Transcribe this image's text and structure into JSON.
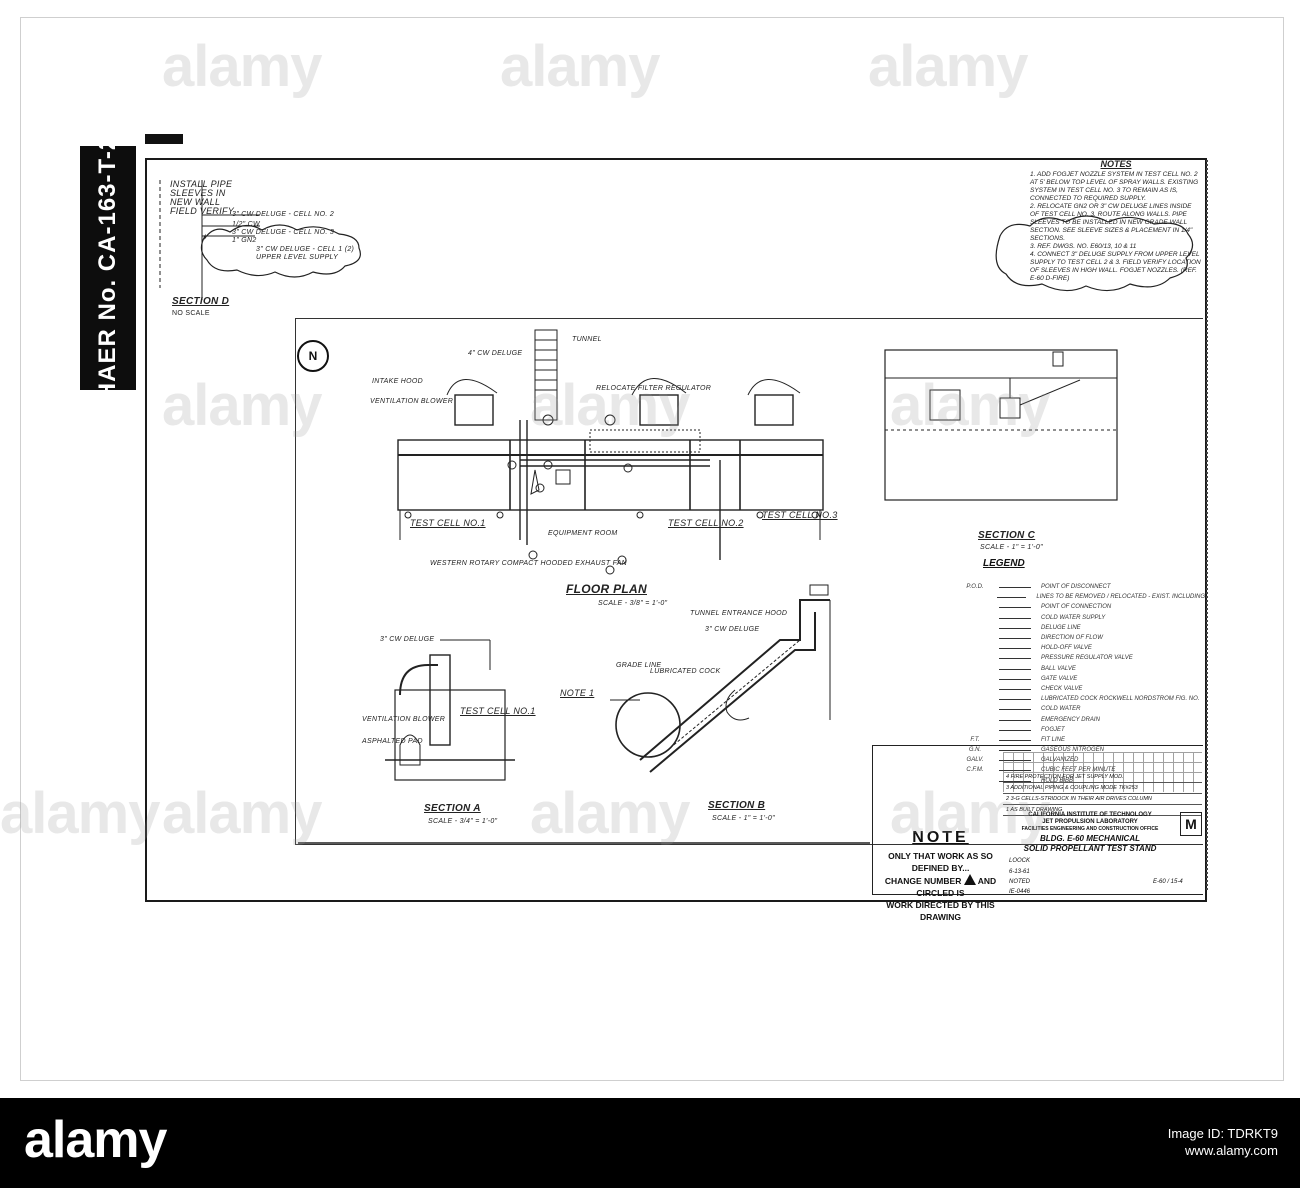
{
  "haer_label": "HAER No. CA-163-T-2",
  "watermark_text": "alamy",
  "north_arrow": "N",
  "drawing": {
    "section_d": {
      "title": "SECTION D",
      "scale": "NO SCALE",
      "notes": [
        "INSTALL PIPE",
        "SLEEVES IN",
        "NEW WALL",
        "FIELD VERIFY",
        "3\" CW DELUGE - CELL NO. 2",
        "1/2\" CW",
        "3\" CW DELUGE - CELL NO. 3",
        "1\" GN2",
        "3\" CW DELUGE - CELL 1 (2)",
        "UPPER LEVEL SUPPLY"
      ]
    },
    "floor_plan": {
      "title": "FLOOR PLAN",
      "scale": "SCALE - 3/8\" = 1'-0\""
    },
    "labels": [
      "TUNNEL",
      "4\" CW DELUGE",
      "INTAKE HOOD",
      "VENTILATION BLOWER",
      "RELOCATE FILTER REGULATOR",
      "TEST CELL NO.1",
      "TEST CELL NO.2",
      "TEST CELL NO.3",
      "EQUIPMENT ROOM",
      "WESTERN ROTARY COMPACT HOODED EXHAUST FAN"
    ],
    "section_a": {
      "title": "SECTION A",
      "scale": "SCALE - 3/4\" = 1'-0\"",
      "labels": [
        "3\" CW DELUGE",
        "TEST CELL NO.1",
        "VENTILATION BLOWER",
        "ASPHALTED PAD"
      ]
    },
    "section_b": {
      "title": "SECTION B",
      "scale": "SCALE - 1\" = 1'-0\"",
      "labels": [
        "TUNNEL ENTRANCE HOOD",
        "3\" CW DELUGE",
        "GRADE LINE",
        "LUBRICATED COCK",
        "NOTE 1"
      ]
    },
    "section_c": {
      "title": "SECTION C",
      "scale": "SCALE - 1\" = 1'-0\""
    }
  },
  "notes": {
    "title": "NOTES",
    "items": [
      "1. ADD FOGJET NOZZLE SYSTEM IN TEST CELL NO. 2 AT 5' BELOW TOP LEVEL OF SPRAY WALLS. EXISTING SYSTEM IN TEST CELL NO. 3 TO REMAIN AS IS, CONNECTED TO REQUIRED SUPPLY.",
      "2. RELOCATE GN2 OR 3\" CW DELUGE LINES INSIDE OF TEST CELL NO. 3. ROUTE ALONG WALLS. PIPE SLEEVES TO BE INSTALLED IN NEW GRADE WALL SECTION. SEE SLEEVE SIZES & PLACEMENT IN 1/4\" SECTIONS.",
      "3. REF. DWGS. NO. E60/13, 10 & 11",
      "4. CONNECT 3\" DELUGE SUPPLY FROM UPPER LEVEL SUPPLY TO TEST CELL 2 & 3. FIELD VERIFY LOCATION OF SLEEVES IN HIGH WALL. FOGJET NOZZLES. (REF. E-60 D-FIRE)"
    ]
  },
  "legend": {
    "title": "LEGEND",
    "rows": [
      {
        "abbr": "P.O.D.",
        "desc": "POINT OF DISCONNECT"
      },
      {
        "abbr": "",
        "desc": "LINES TO BE REMOVED / RELOCATED - EXIST. INCLUDING"
      },
      {
        "abbr": "",
        "desc": "POINT OF CONNECTION"
      },
      {
        "abbr": "",
        "desc": "COLD WATER SUPPLY"
      },
      {
        "abbr": "",
        "desc": "DELUGE LINE"
      },
      {
        "abbr": "",
        "desc": "DIRECTION OF FLOW"
      },
      {
        "abbr": "",
        "desc": "HOLD-OFF VALVE"
      },
      {
        "abbr": "",
        "desc": "PRESSURE REGULATOR VALVE"
      },
      {
        "abbr": "",
        "desc": "BALL VALVE"
      },
      {
        "abbr": "",
        "desc": "GATE VALVE"
      },
      {
        "abbr": "",
        "desc": "CHECK VALVE"
      },
      {
        "abbr": "",
        "desc": "LUBRICATED COCK ROCKWELL NORDSTROM FIG. NO."
      },
      {
        "abbr": "",
        "desc": "COLD WATER"
      },
      {
        "abbr": "",
        "desc": "EMERGENCY DRAIN"
      },
      {
        "abbr": "",
        "desc": "FOGJET"
      },
      {
        "abbr": "F.T.",
        "desc": "FIT LINE"
      },
      {
        "abbr": "G.N.",
        "desc": "GASEOUS NITROGEN"
      },
      {
        "abbr": "GALV.",
        "desc": "GALVANIZED"
      },
      {
        "abbr": "C.F.M.",
        "desc": "CUBIC FEET PER MINUTE"
      },
      {
        "abbr": "",
        "desc": "HOLD BIBB"
      }
    ]
  },
  "title_block": {
    "revisions": [
      "4  FIRE PROTECTION FOR JET SUPPLY MOD.",
      "3  ADDITIONAL PIPING & COUPLING MODE TK#253",
      "2  3-G CELLS-STRIDOCK IN THEIR AIR DRIVES COLUMN",
      "1  AS BUILT DRAWING"
    ],
    "org": [
      "CALIFORNIA INSTITUTE OF TECHNOLOGY",
      "JET PROPULSION LABORATORY",
      "FACILITIES ENGINEERING AND CONSTRUCTION OFFICE"
    ],
    "title_lines": [
      "BLDG. E-60 MECHANICAL",
      "SOLID PROPELLANT TEST STAND"
    ],
    "sheet_letter": "M",
    "cells": [
      "LOOCK",
      "6-13-61",
      "NOTED",
      "E-60 / 15-4",
      "IE-0446"
    ]
  },
  "note_box": {
    "heading": "NOTE",
    "line1": "ONLY THAT WORK AS SO DEFINED BY...",
    "line2_a": "CHANGE NUMBER",
    "line2_b": "AND CIRCLED IS",
    "line3": "WORK DIRECTED BY THIS DRAWING"
  },
  "footer": {
    "brand": "alamy",
    "image_id_label": "Image ID: TDRKT9",
    "url": "www.alamy.com"
  }
}
